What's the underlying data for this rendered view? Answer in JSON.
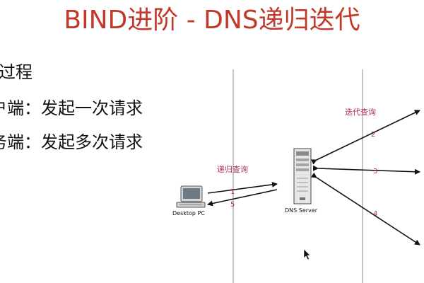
{
  "slide": {
    "title": "BIND进阶 - DNS递归迭代",
    "lines": [
      "过程",
      "户端：发起一次请求",
      "务端：发起多次请求"
    ]
  },
  "diagram": {
    "desktop_label": "Desktop PC",
    "server_label": "DNS Server",
    "recursive_label": "递归查询",
    "iterative_label": "迭代查询",
    "step1": "1",
    "step5": "5",
    "step2": "2",
    "step3": "3",
    "step4": "4"
  },
  "colors": {
    "title": "#c0392b",
    "annotation": "#b03050",
    "arrow": "#111111"
  }
}
